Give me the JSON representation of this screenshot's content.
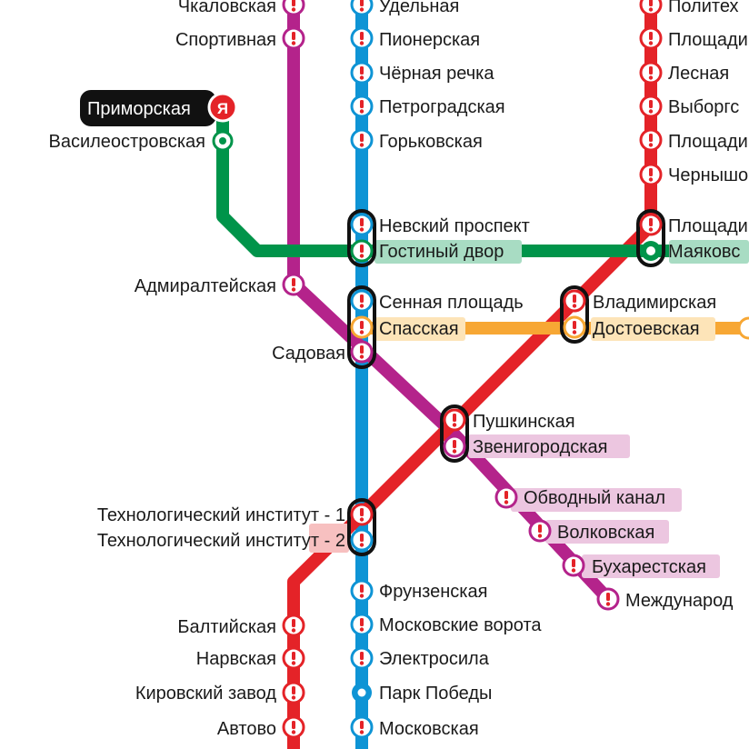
{
  "colors": {
    "line1_red": "#e42328",
    "line2_blue": "#0e94d5",
    "line3_green": "#00944a",
    "line4_orange": "#f7a734",
    "line5_purple": "#b4238b",
    "station_fill": "#ffffff",
    "alert_mark": "#e42328",
    "transfer_outline": "#111111",
    "label_text": "#1a1a1a",
    "highlight_bg": "#111111"
  },
  "icons": {
    "closure": "exclamation-mark",
    "open": "dot",
    "selected": "yandex-logo-badge"
  },
  "highlighted_station": {
    "label": "Приморская",
    "badge": "Я"
  },
  "stations": {
    "chkalovskaya": "Чкаловская",
    "sportivnaya": "Спортивная",
    "vasileostrovskaya": "Василеостровская",
    "admiralteyskaya": "Адмиралтейская",
    "sadovaya": "Садовая",
    "udelnaya": "Удельная",
    "pionerskaya": "Пионерская",
    "chernaya_rechka": "Чёрная речка",
    "petrogradskaya": "Петроградская",
    "gorkovskaya": "Горьковская",
    "nevsky_prospekt": "Невский проспект",
    "gostiny_dvor": "Гостиный двор",
    "sennaya": "Сенная площадь",
    "spasskaya": "Спасская",
    "vladimirskaya": "Владимирская",
    "dostoevskaya": "Достоевская",
    "pushkinskaya": "Пушкинская",
    "zvenigorodskaya": "Звенигородская",
    "obvodny": "Обводный канал",
    "volkovskaya": "Волковская",
    "bukharestskaya": "Бухарестская",
    "mezhdunarodnaya": "Международ",
    "tech_inst_1": "Технологический институт - 1",
    "tech_inst_2": "Технологический институт - 2",
    "frunzenskaya": "Фрунзенская",
    "moskovskie_vorota": "Московские ворота",
    "elektrosila": "Электросила",
    "park_pobedy": "Парк Победы",
    "moskovskaya": "Московская",
    "baltiyskaya": "Балтийская",
    "narvskaya": "Нарвская",
    "kirovsky_zavod": "Кировский завод",
    "avtovo": "Автово",
    "politekh": "Политех",
    "ploshchad_1": "Площади",
    "lesnaya": "Лесная",
    "vyborg": "Выборгс",
    "ploshchad_2": "Площади",
    "chernysh": "Чернышо",
    "ploshchad_3": "Площади",
    "mayakov": "Маяковс"
  }
}
